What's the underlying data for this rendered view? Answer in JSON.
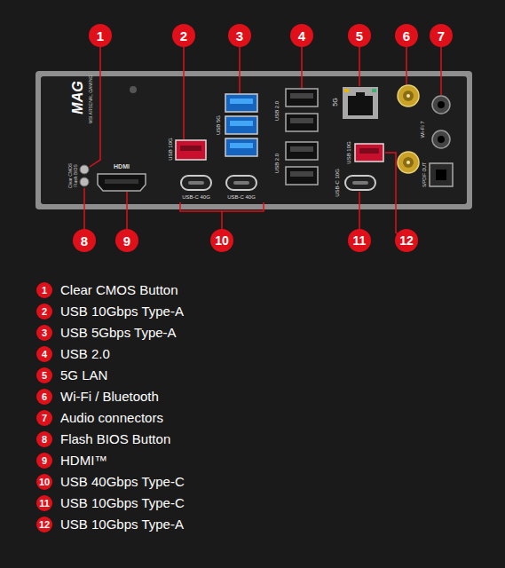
{
  "diagram": {
    "nodes": [
      {
        "text": [
          "1"
        ]
      },
      {
        "text": [
          "2"
        ]
      },
      {
        "text": [
          "3"
        ]
      },
      {
        "text": [
          "4"
        ]
      },
      {
        "text": [
          "5"
        ]
      },
      {
        "text": [
          "6"
        ]
      },
      {
        "text": [
          "7"
        ]
      },
      {
        "text": [
          "8"
        ]
      },
      {
        "text": [
          "9"
        ]
      },
      {
        "text": [
          "10"
        ]
      },
      {
        "text": [
          "11"
        ]
      },
      {
        "text": [
          "12"
        ]
      },
      {
        "text": [
          "1"
        ]
      },
      {
        "text": [
          "2"
        ]
      },
      {
        "text": [
          "3"
        ]
      },
      {
        "text": [
          "4"
        ]
      },
      {
        "text": [
          "5"
        ]
      },
      {
        "text": [
          "6"
        ]
      },
      {
        "text": [
          "7"
        ]
      },
      {
        "text": [
          "8"
        ]
      },
      {
        "text": [
          "9"
        ]
      },
      {
        "text": [
          "10"
        ]
      },
      {
        "text": [
          "11"
        ]
      },
      {
        "text": [
          "12"
        ]
      }
    ],
    "labels": [
      "Clear CMOS Button",
      "USB 10Gbps Type-A",
      "USB 5Gbps Type-A",
      "USB 2.0",
      "5G LAN",
      "Wi-Fi / Bluetooth",
      "Audio connectors",
      "Flash BIOS Button",
      "HDMI™",
      "USB 40Gbps Type-C",
      "USB 10Gbps Type-C",
      "USB 10Gbps Type-A",
      "MAG",
      "MSI ARSENAL GAMING",
      "Clear CMOS",
      "Flash BIOS",
      "HDMI",
      "USB 10G",
      "USB-C 40G",
      "USB-C 40G",
      "USB 5G",
      "USB 2.0",
      "USB 2.0",
      "5G",
      "USB 10G",
      "USB-C 10G",
      "Wi-Fi 7",
      "S/PDIF OUT"
    ]
  }
}
